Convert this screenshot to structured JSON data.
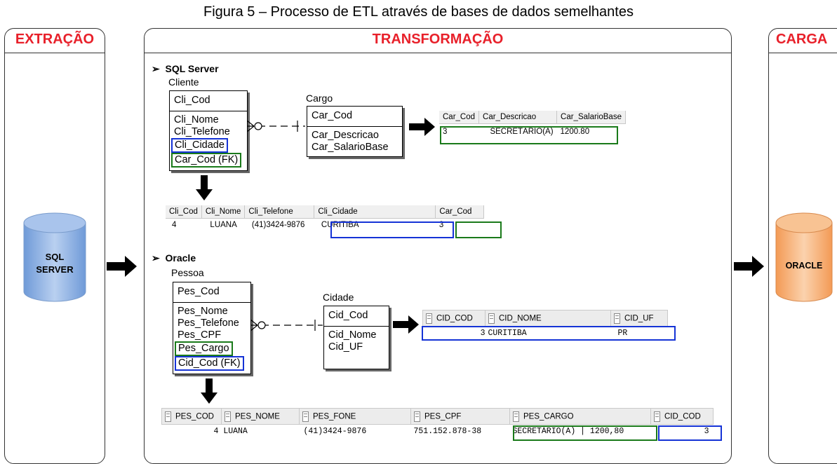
{
  "caption": "Figura 5 – Processo de ETL através de bases de dados semelhantes",
  "panels": {
    "extraction": {
      "title": "EXTRAÇÃO",
      "db_line1": "SQL",
      "db_line2": "SERVER"
    },
    "transformation": {
      "title": "TRANSFORMAÇÃO"
    },
    "load": {
      "title": "CARGA",
      "db_label": "ORACLE"
    }
  },
  "sqlserver": {
    "heading": "SQL Server",
    "cliente": {
      "name": "Cliente",
      "pk": "Cli_Cod",
      "attrs": [
        "Cli_Nome",
        "Cli_Telefone",
        "Cli_Cidade",
        "Car_Cod (FK)"
      ]
    },
    "cargo": {
      "name": "Cargo",
      "pk": "Car_Cod",
      "attrs": [
        "Car_Descricao",
        "Car_SalarioBase"
      ]
    },
    "cargo_table": {
      "headers": [
        "Car_Cod",
        "Car_Descricao",
        "Car_SalarioBase"
      ],
      "row": [
        "3",
        "SECRETÁRIO(A)",
        "1200.80"
      ]
    },
    "cliente_table": {
      "headers": [
        "Cli_Cod",
        "Cli_Nome",
        "Cli_Telefone",
        "Cli_Cidade",
        "Car_Cod"
      ],
      "row": [
        "4",
        "LUANA",
        "(41)3424-9876",
        "CURITIBA",
        "3"
      ]
    }
  },
  "oracle": {
    "heading": "Oracle",
    "pessoa": {
      "name": "Pessoa",
      "pk": "Pes_Cod",
      "attrs": [
        "Pes_Nome",
        "Pes_Telefone",
        "Pes_CPF",
        "Pes_Cargo",
        "Cid_Cod (FK)"
      ]
    },
    "cidade": {
      "name": "Cidade",
      "pk": "Cid_Cod",
      "attrs": [
        "Cid_Nome",
        "Cid_UF"
      ]
    },
    "cidade_table": {
      "headers": [
        "CID_COD",
        "CID_NOME",
        "CID_UF"
      ],
      "row": [
        "3",
        "CURITIBA",
        "PR"
      ]
    },
    "pessoa_table": {
      "headers": [
        "PES_COD",
        "PES_NOME",
        "PES_FONE",
        "PES_CPF",
        "PES_CARGO",
        "CID_COD"
      ],
      "row": [
        "4",
        "LUANA",
        "(41)3424-9876",
        "751.152.878-38",
        "SECRETÁRIO(A) | 1200,80",
        "3"
      ]
    }
  },
  "colors": {
    "title_red": "#e8202a",
    "highlight_blue": "#1533d6",
    "highlight_green": "#1a7a1a",
    "sql_db": "#8fb4e3",
    "oracle_db": "#f6a866"
  }
}
